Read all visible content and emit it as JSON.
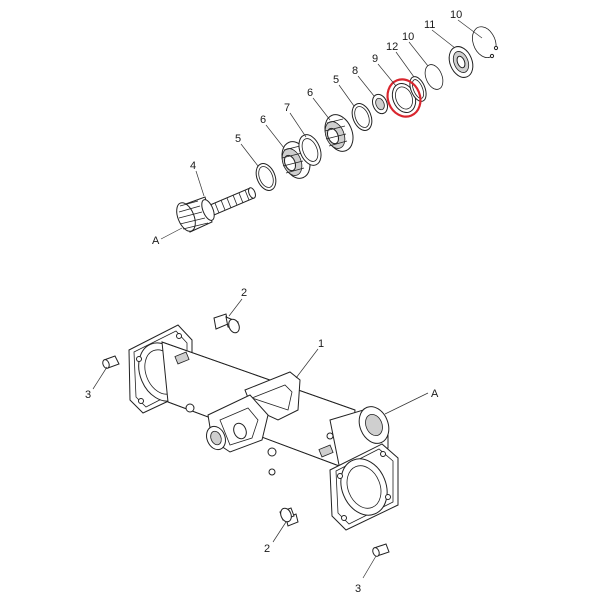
{
  "callouts": {
    "c_a_top": "A",
    "c_4": "4",
    "c_5a": "5",
    "c_6a": "6",
    "c_7": "7",
    "c_6b": "6",
    "c_5b": "5",
    "c_8": "8",
    "c_9": "9",
    "c_12": "12",
    "c_10a": "10",
    "c_11": "11",
    "c_10b": "10",
    "c_2a": "2",
    "c_1": "1",
    "c_3a": "3",
    "c_a_bot": "A",
    "c_2b": "2",
    "c_3b": "3"
  },
  "highlight": {
    "color": "#d9262e",
    "target_part": "9"
  },
  "colors": {
    "line": "#222222",
    "background": "#ffffff"
  }
}
